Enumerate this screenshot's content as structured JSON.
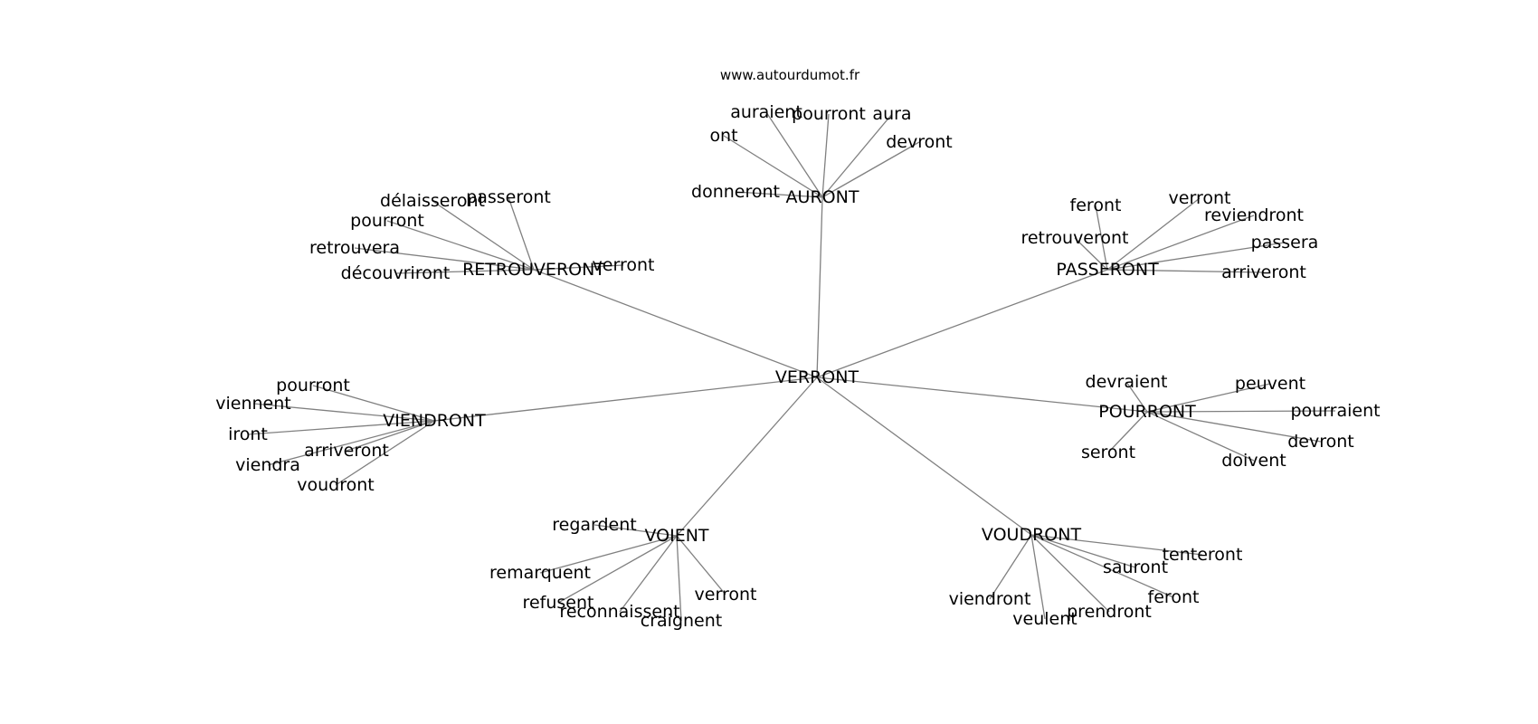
{
  "watermark": "www.autourdumot.fr",
  "center": "VERRONT",
  "clusters": [
    {
      "hub": "AURONT",
      "leaves": [
        "auraient",
        "pourront",
        "aura",
        "ont",
        "devront",
        "donneront"
      ]
    },
    {
      "hub": "RETROUVERONT",
      "leaves": [
        "délaisseront",
        "passeront",
        "pourront",
        "retrouvera",
        "découvriront",
        "verront"
      ]
    },
    {
      "hub": "PASSERONT",
      "leaves": [
        "feront",
        "verront",
        "reviendront",
        "retrouveront",
        "passera",
        "arriveront"
      ]
    },
    {
      "hub": "VIENDRONT",
      "leaves": [
        "pourront",
        "viennent",
        "iront",
        "arriveront",
        "viendra",
        "voudront"
      ]
    },
    {
      "hub": "POURRONT",
      "leaves": [
        "devraient",
        "peuvent",
        "pourraient",
        "devront",
        "seront",
        "doivent"
      ]
    },
    {
      "hub": "VOIENT",
      "leaves": [
        "regardent",
        "remarquent",
        "refusent",
        "reconnaissent",
        "craignent",
        "verront"
      ]
    },
    {
      "hub": "VOUDRONT",
      "leaves": [
        "tenteront",
        "sauront",
        "feront",
        "viendront",
        "veulent",
        "prendront"
      ]
    }
  ]
}
